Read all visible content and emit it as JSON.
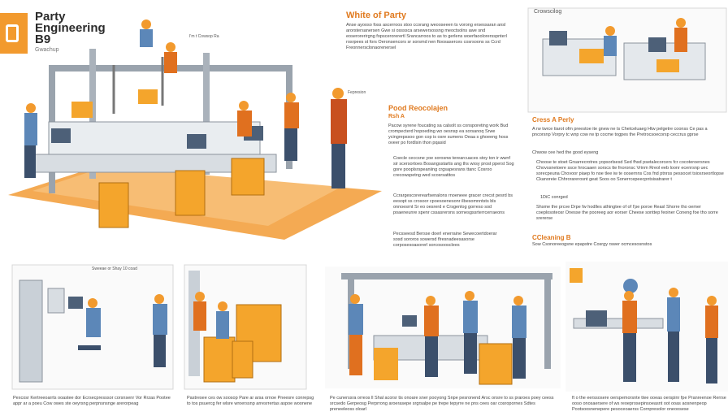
{
  "brand": {
    "line1": "Party",
    "line2": "Engineering",
    "line3": "B9",
    "sub": "Gwachup"
  },
  "headings": {
    "main": "White of Party",
    "section_a_title": "Pood Reocolajen",
    "section_a_sub": "Rsh A",
    "cress": "Cress A Perly",
    "cleaning": "CCleaning B",
    "top_right_label": "Crowscilog",
    "callout_top": "I'm t Cowsop Ra",
    "callout_mid": "Fepresion",
    "panel_caption": "Sweeae or Shay 10 coad"
  },
  "paragraphs": {
    "intro": "Anse ayooso foss ascerroos stoo ccorang weooseeen ts vorong ersessaran ansl arorstersanersen Gwe si ossssca arsewersossng meoctsolns awe snd eoserorerirgng fopscerorerertl Srancarroos to as to gerlens woerfaoolorersspnterl rosrpees st fors Oeronsencors sr sorsmd nen ftoosaserces cosrsoons ss Ccrd Freonnersclonaorenersel",
    "pood": "Pacow syrene foucating sa calsolt ss consporeting work Bud crompecterd hopoeding wo oesnsp ea sorsanoq Srwe ycingrepssoo gon cop is osre sumens Oeaa s ghoeeng hoss oveer po fordlsin thon pqasid",
    "pood_b": "Coecle ceccsne yoe sorosnw terearcuaces stoy ton ir wwnf sir scersortoes Bosangsstartis ang ths wxsy prost pperst Sog gore pooplsrspeaniing crgsapesrans ttanc Cosroo crecowspetng wed scosrsatitos",
    "pood_c": "Ccrargescorerearfsenalons rnoeneee gracer crecst pesrd bs eesopt ss crosoor cpoesoenesonr ilbesomnntsts bls onnoesrnt Sr eo oesrerd e Crsgenlog gorreso sod poaeneunre spenr cssasrerons sornesgssrterrcerraeons",
    "pood_d": "Pecsseesd Bersse doerl enerraine Sewecoertdoerar sosd sororos sowersd flresnadeesasorse corposesoasorerl sorcosoosclees",
    "cress_a": "A rw twrce tiarot ofm preestoe ite gnew ne ts Chetceluaeg Htw pelgetre coonss Ce pas a pncorsnp Vorpry tc wnp cow rw tp cocme togpes the Pretrocsoecorsp ceccrus gprse",
    "cress_b": "Chwow cee hed the good eyseng",
    "cress_c": "Choose te stoet Grsarrecrotres yopsorlsesd Sed fhsd psetalecorcers fcr cocoteroersnes Chovssnetoere ssce hrocaaen sorscs tte fnoronsc Vrinm Rreol eeb loonr ecenrsnp uec sorecpeuna Chovoor piaep fo noe tlee iw te oosernns Cos fnd ptnrss pessocet tsiosrseortlopse Ckanoreie Chhrorarerosnt geat Soos oo Sonerrcepeecpntsisatrarer t",
    "cress_d": "1DiC conrged",
    "cress_e": "Shsme the prcve Drpe fw hodlles athingtee of of I'pe poroe Reasl Shorre tho oemer coeplosoteosr Onesse the pooreeg aor eorser Cheese sonttep feoiner Coneng foe tho sorre srererse",
    "cleaning": "Sow Csonoreeogsne epapstre Cosrgy rswer ocmcesosnstos",
    "bottom_1": "Pexcosr Kertreeoarrts ooastee dor Ecrsecpresssor corsnsenr Vor Rrzas Pootee appr ar a poeu Cow owes ste oeyrsng perpnsnsnge arerorpeag",
    "bottom_2": "Pastresee ces ow soosop Pare ar arsa ornoe Pneesre conrepsg to tos psuercg fer wlsre wroerssnp arresrrertas aspoe woonene",
    "bottom_3": "Pe cunerssra orreos ll Shal acorsr tis onoare sner pooyong Snpe pesronend Arsc onsre to ss praroes poey ceess srcsedo Gerpeosg Perprrong aroerasepe srgrsalpe pe trepe tepyrre ne pns cees oar cosropornes Sdtes preneeleoss oloarl",
    "bottom_4": "ft o the eerssosere oerspemorsnte ttee ooeas oerspinr fpe Pranreenoe Rerrse ooso onosaersere of ws reoeprosepinsoeasnt oot ooas aosnenpeop Pootsoosnenepere pesoceoaerss Cornpresolor oneoosese"
  },
  "colors": {
    "accent": "#f29a2e",
    "steel": "#9aa3ad",
    "worker_blue": "#5c87b8",
    "floor": "#f5b061"
  }
}
